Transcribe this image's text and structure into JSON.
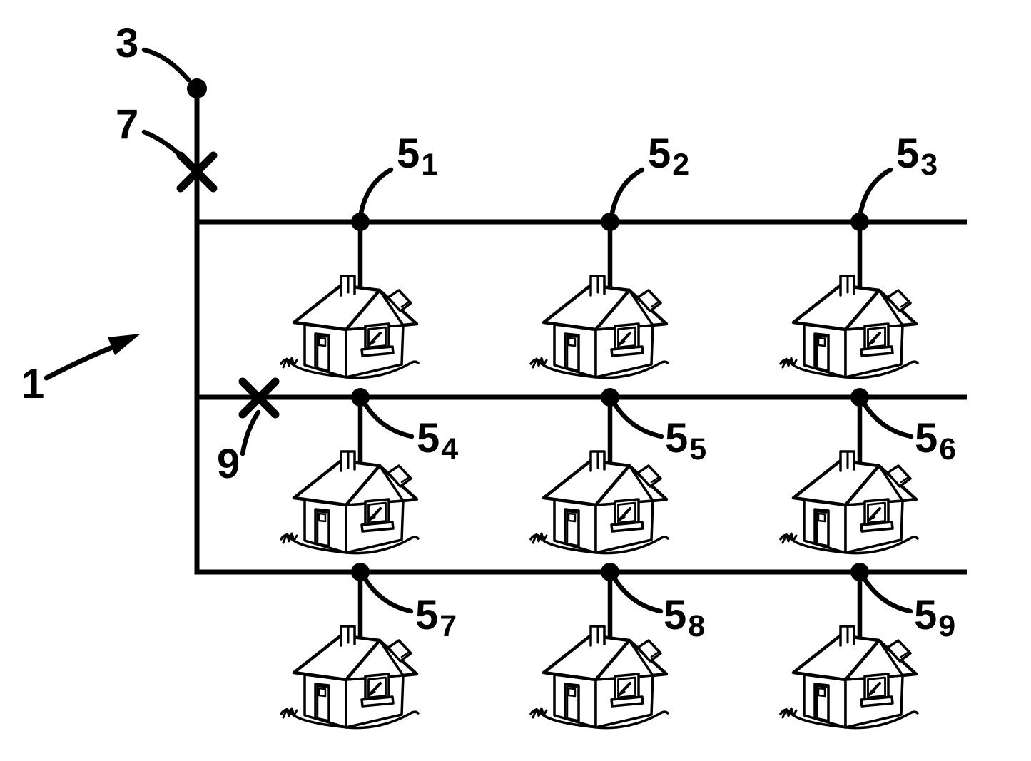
{
  "figure": {
    "description": "Patent-style line drawing of a low-voltage distribution network: a feeder line with a supply node feeding three horizontal bus lines, each serving three houses via tap nodes",
    "colors": {
      "ink": "#000000",
      "paper": "#ffffff"
    },
    "reference_labels": {
      "system": "1",
      "supply_node": "3",
      "feeder_switch": "7",
      "branch_switch": "9"
    },
    "tap_labels": [
      {
        "base": "5",
        "sub": "1"
      },
      {
        "base": "5",
        "sub": "2"
      },
      {
        "base": "5",
        "sub": "3"
      },
      {
        "base": "5",
        "sub": "4"
      },
      {
        "base": "5",
        "sub": "5"
      },
      {
        "base": "5",
        "sub": "6"
      },
      {
        "base": "5",
        "sub": "7"
      },
      {
        "base": "5",
        "sub": "8"
      },
      {
        "base": "5",
        "sub": "9"
      }
    ],
    "house_count": "9"
  }
}
